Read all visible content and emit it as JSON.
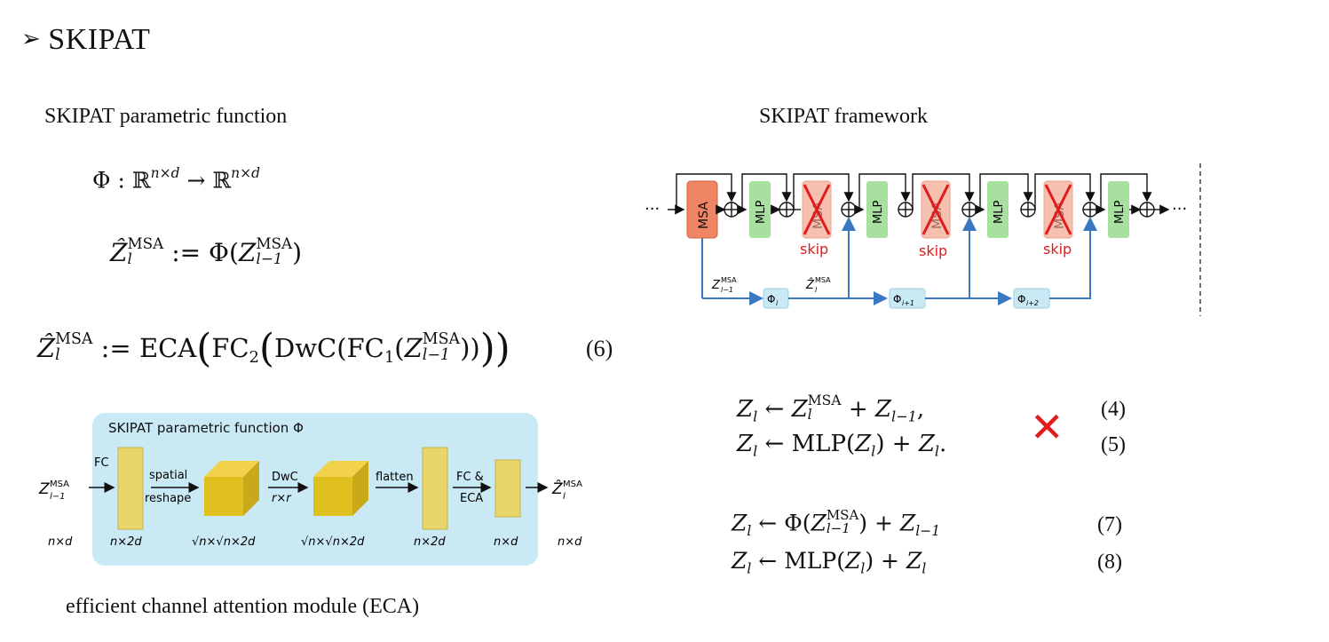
{
  "title": "SKIPAT",
  "left": {
    "heading": "SKIPAT parametric function",
    "footer": "efficient channel attention module (ECA)",
    "eq_num_6": "(6)",
    "diagram": {
      "title": "SKIPAT parametric function Φ",
      "fc": "FC",
      "spatial": "spatial",
      "reshape": "reshape",
      "dwc": "DwC",
      "rxr": "r×r",
      "flatten": "flatten",
      "fc_eca_1": "FC &",
      "fc_eca_2": "ECA",
      "dim_in": "n×d",
      "dim_1": "n×2d",
      "dim_2": "√n×√n×2d",
      "dim_3": "√n×√n×2d",
      "dim_4": "n×2d",
      "dim_5": "n×d",
      "dim_out": "n×d"
    }
  },
  "right": {
    "heading": "SKIPAT framework",
    "framework": {
      "msa": "MSA",
      "mlp": "MLP",
      "skip": "skip",
      "ellipsis": "···",
      "phi_i": "Φ",
      "phi_i_sub": "i",
      "phi_i1": "Φ",
      "phi_i1_sub": "i+1",
      "phi_i2": "Φ",
      "phi_i2_sub": "i+2"
    },
    "eq_num_4": "(4)",
    "eq_num_5": "(5)",
    "eq_num_7": "(7)",
    "eq_num_8": "(8)",
    "cross_mark": "✕"
  },
  "colors": {
    "msa": "#f08566",
    "mlp": "#a8e0a0",
    "skip_red": "#e01b1b",
    "panel": "#c9e9f5",
    "arrow_blue": "#3b78c2",
    "yellow": "#e9d66b"
  }
}
